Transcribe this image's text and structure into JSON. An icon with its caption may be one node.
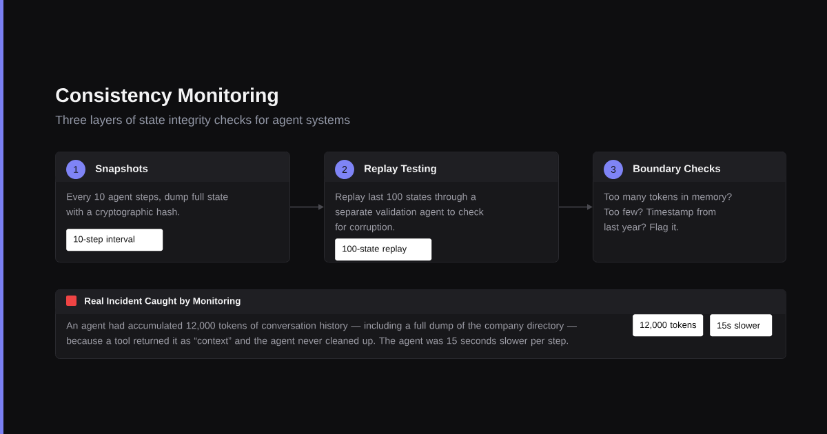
{
  "diagram": {
    "title": "Consistency Monitoring",
    "nodes": [
      {
        "text": [
          "Snapshots",
          "Every 10 agent steps, dump full state with a cryptographic hash."
        ]
      },
      {
        "text": [
          "1"
        ],
        "in": 0
      },
      {
        "text": [
          "10-step interval"
        ],
        "in": 0
      },
      {
        "text": [
          "Replay Testing",
          "Replay last 100 states through a separate validation agent to check for corruption."
        ]
      },
      {
        "text": [
          "2"
        ],
        "in": 3
      },
      {
        "text": [
          "100-state replay"
        ],
        "in": 3
      },
      {
        "text": [
          "Boundary Checks",
          "Too many tokens in memory? Too few? Timestamp from last year? Flag it."
        ]
      },
      {
        "text": [
          "3"
        ],
        "in": 6
      },
      {
        "text": [
          "Real Incident Caught by Monitoring",
          "An agent had accumulated 12,000 tokens of conversation history — including a full dump of the company directory — because a tool returned it as “context” and the agent never cleaned up. The agent was 15 seconds slower per step."
        ]
      },
      {
        "text": [
          "12,000 tokens"
        ],
        "in": 8
      },
      {
        "text": [
          "15s slower"
        ],
        "in": 8
      }
    ],
    "edges": [
      {
        "from": 0,
        "to": 3,
        "arrow": "to"
      },
      {
        "from": 3,
        "to": 6,
        "arrow": "to"
      }
    ],
    "labels": [
      "Three layers of state integrity checks for agent systems"
    ]
  }
}
